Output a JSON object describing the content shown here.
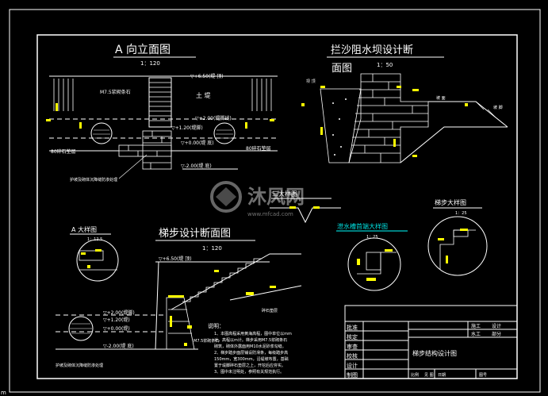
{
  "views": {
    "front_view": {
      "title": "A  向立面图",
      "scale": "1：120",
      "labels": {
        "el_650": "▽+6.50(堤 顶)",
        "el_200": "▽+2.00(堤脚线)",
        "el_120": "▽+1.20(堤脚)",
        "el_000": "▽+0.00(堤 底)",
        "el_m200": "▽-2.00(堤 底)",
        "rock": "M7.5浆砌条石",
        "dike": "土  堤",
        "gravel_l": "80碎石垫层",
        "gravel_r": "80碎石垫层",
        "note": "护坡及砌体沉降缝防渗处理"
      }
    },
    "sand_dam": {
      "title_1": "拦沙阻水坝设计断",
      "title_2": "面图",
      "scale": "1：50",
      "labels": {
        "toe": "坡 脚",
        "slope": "坡 面",
        "top": "坝 顶"
      }
    },
    "a_detail": {
      "title": "A   大样图",
      "scale": "1：12.5"
    },
    "step_section": {
      "title": "梯步设计断面图",
      "scale": "1：120",
      "labels": {
        "el_650": "▽+6.50(堤 顶)",
        "el_200": "▽+2.00(堤脚)",
        "el_120": "▽+1.20(堤)",
        "el_000": "▽+0.00(堤)",
        "el_m200": "▽-2.00(堤 底)",
        "rock": "M7.5浆砌条石",
        "gravel": "碎石垫层",
        "note": "护坡及砌体沉降缝防渗处理"
      }
    },
    "middle_detail": {
      "title": "三大样图"
    },
    "drain_detail": {
      "title": "泄水槽首端大样图",
      "scale": "1：25"
    },
    "step_detail": {
      "title": "梯步大样图",
      "scale": "1：25"
    }
  },
  "notes": {
    "heading": "说明：",
    "lines": [
      "1、本图高程采用黄海高程，图中单位以mm",
      "计，高程以m计。梯步采用M7.5浆砌条石",
      "砌筑，砌体外露面用M10水泥砂浆勾缝。",
      "2、梯步踏步面层铺设防滑条，每级踏步高",
      "150mm，宽300mm，沿堤坡布置，基础",
      "置于堤脚碎石垫层之上，开挖后应夯实。",
      "3、图中未注明处，参照有关规范执行。"
    ]
  },
  "title_block": {
    "rows": [
      "批准",
      "核定",
      "审查",
      "校核",
      "设计",
      "制图"
    ],
    "design_stage": "施工",
    "design_label": "设计",
    "dept": "部分",
    "water": "水工",
    "drawing_name": "梯步结构设计图",
    "scale_label": "比例",
    "date_label": "日期",
    "number_label": "图号",
    "scale_value": "见 图"
  },
  "watermark": {
    "text": "沐风网",
    "url": "www.mfcad.com"
  },
  "command_line": "m"
}
